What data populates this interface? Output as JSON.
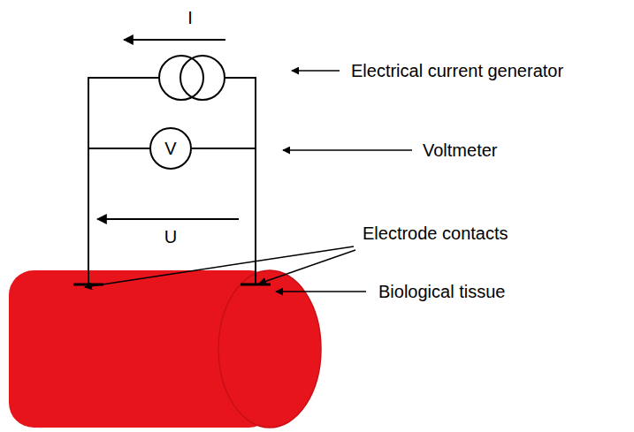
{
  "diagram": {
    "nodes": [
      {
        "text": [
          "V"
        ]
      }
    ],
    "labels": [
      "I",
      "U",
      "Electrical current generator",
      "Voltmeter",
      "Electrode contacts",
      "Biological tissue"
    ]
  }
}
